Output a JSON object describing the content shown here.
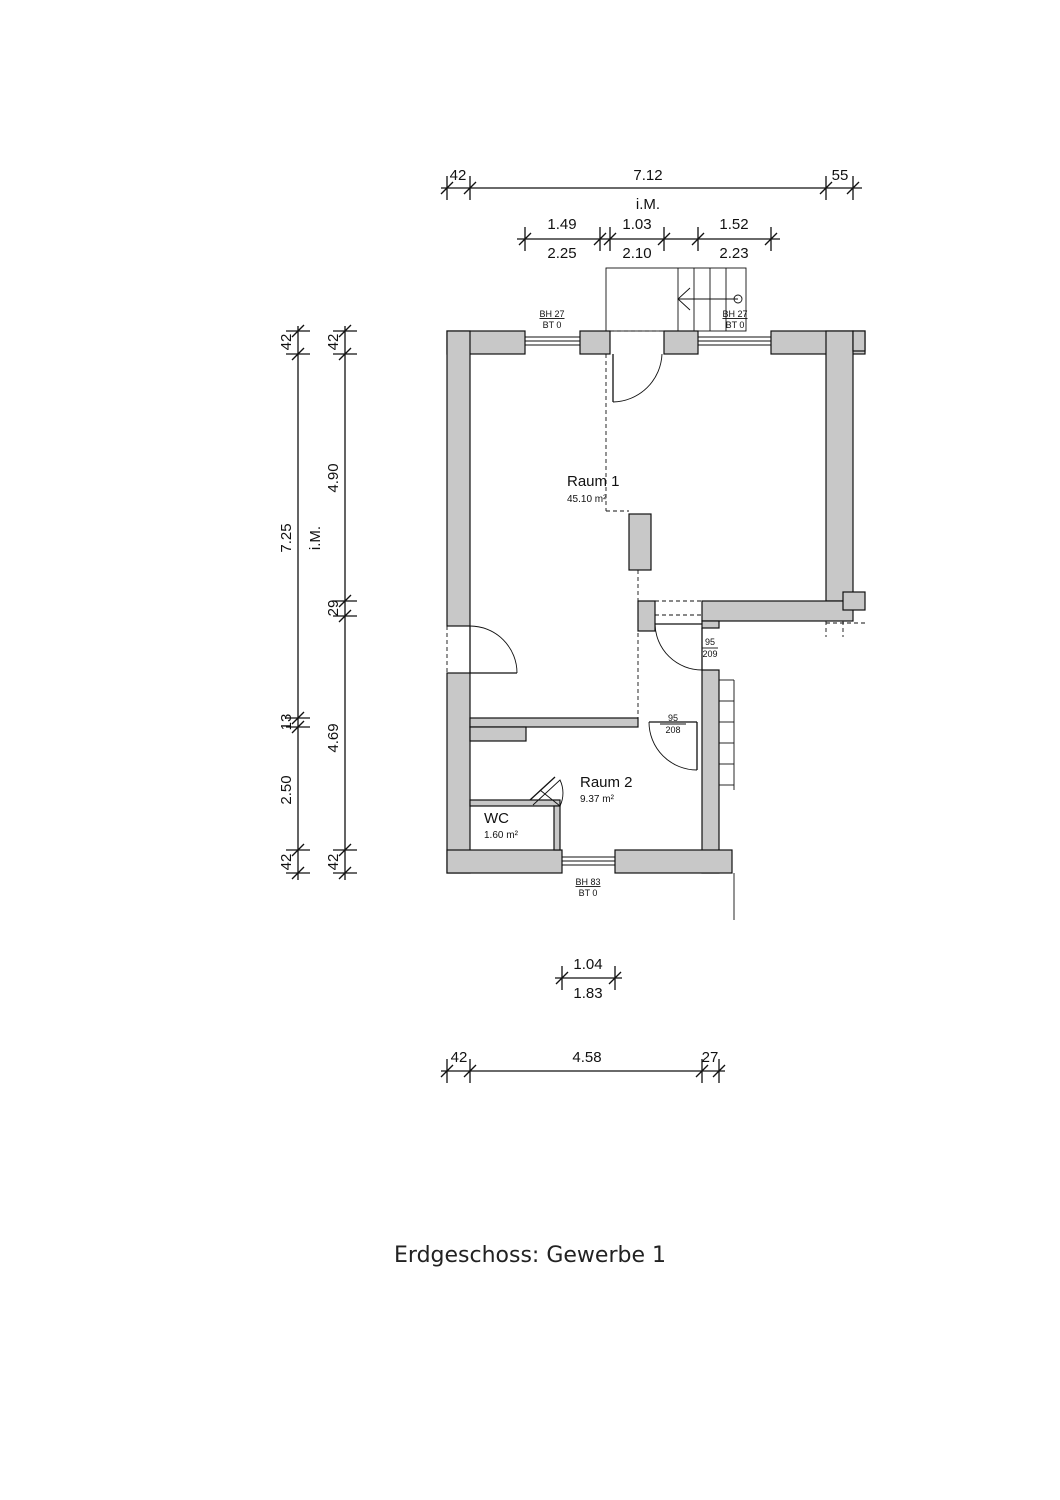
{
  "caption": "Erdgeschoss: Gewerbe 1",
  "rooms": [
    {
      "name": "Raum 1",
      "area": "45.10 m²"
    },
    {
      "name": "Raum 2",
      "area": "9.37 m²"
    },
    {
      "name": "WC",
      "area": "1.60 m²"
    }
  ],
  "dims_top": {
    "left": "42",
    "main": "7.12",
    "right": "55",
    "note": "i.M.",
    "w1_top": "1.49",
    "w1_bot": "2.25",
    "door_top": "1.03",
    "door_bot": "2.10",
    "w2_top": "1.52",
    "w2_bot": "2.23"
  },
  "dims_left": {
    "total": "7.25",
    "note": "i.M.",
    "a1": "42",
    "a2": "4.90",
    "a3": "29",
    "a4": "4.69",
    "a5": "42",
    "b1": "42",
    "b2": "13",
    "b3": "2.50",
    "b4": "42"
  },
  "dims_bottom": {
    "win_top": "1.04",
    "win_bot": "1.83",
    "left": "42",
    "main": "4.58",
    "right": "27"
  },
  "labels": {
    "win_top_left_bh": "BH 27",
    "win_top_left_bt": "BT 0",
    "win_top_right_bh": "BH 27",
    "win_top_right_bt": "BT 0",
    "win_bottom_bh": "BH 83",
    "win_bottom_bt": "BT 0",
    "door_a_w": "95",
    "door_a_h": "209",
    "door_b_w": "95",
    "door_b_h": "208"
  }
}
